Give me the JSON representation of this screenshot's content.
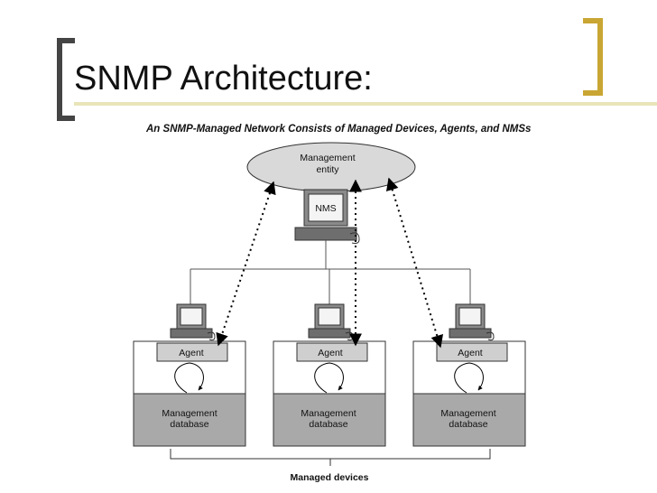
{
  "slide": {
    "title": "SNMP Architecture:"
  },
  "diagram": {
    "caption": "An SNMP-Managed Network Consists of Managed Devices, Agents, and NMSs",
    "management_entity": [
      "Management",
      "entity"
    ],
    "nms_label": "NMS",
    "devices": [
      {
        "agent": "Agent",
        "database": [
          "Management",
          "database"
        ]
      },
      {
        "agent": "Agent",
        "database": [
          "Management",
          "database"
        ]
      },
      {
        "agent": "Agent",
        "database": [
          "Management",
          "database"
        ]
      }
    ],
    "footer_label": "Managed devices"
  },
  "colors": {
    "title_rule": "#e9e5b8",
    "bracket_left": "#444444",
    "bracket_right": "#c9a633",
    "ellipse_fill": "#d9d9d9",
    "agent_fill": "#cfcfcf",
    "database_fill": "#a9a9a9"
  }
}
